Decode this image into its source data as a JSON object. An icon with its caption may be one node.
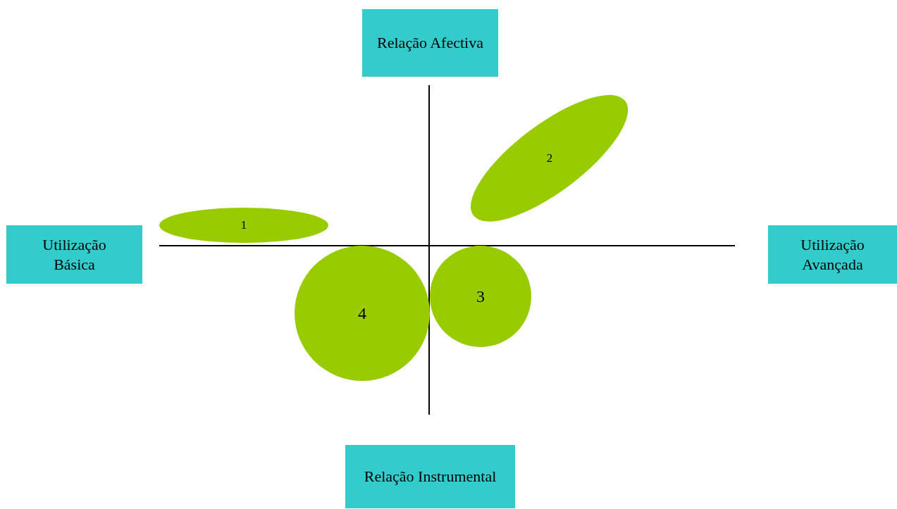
{
  "diagram": {
    "nodes": [
      {
        "text": [
          "Relação Afectiva"
        ]
      },
      {
        "text": [
          "2"
        ]
      },
      {
        "text": [
          "1"
        ]
      },
      {
        "text": [
          "Utilização Básica"
        ]
      },
      {
        "text": [
          "Utilização Avançada"
        ]
      },
      {
        "text": [
          "4"
        ]
      },
      {
        "text": [
          "3"
        ]
      },
      {
        "text": [
          "Relação Instrumental"
        ]
      }
    ]
  }
}
